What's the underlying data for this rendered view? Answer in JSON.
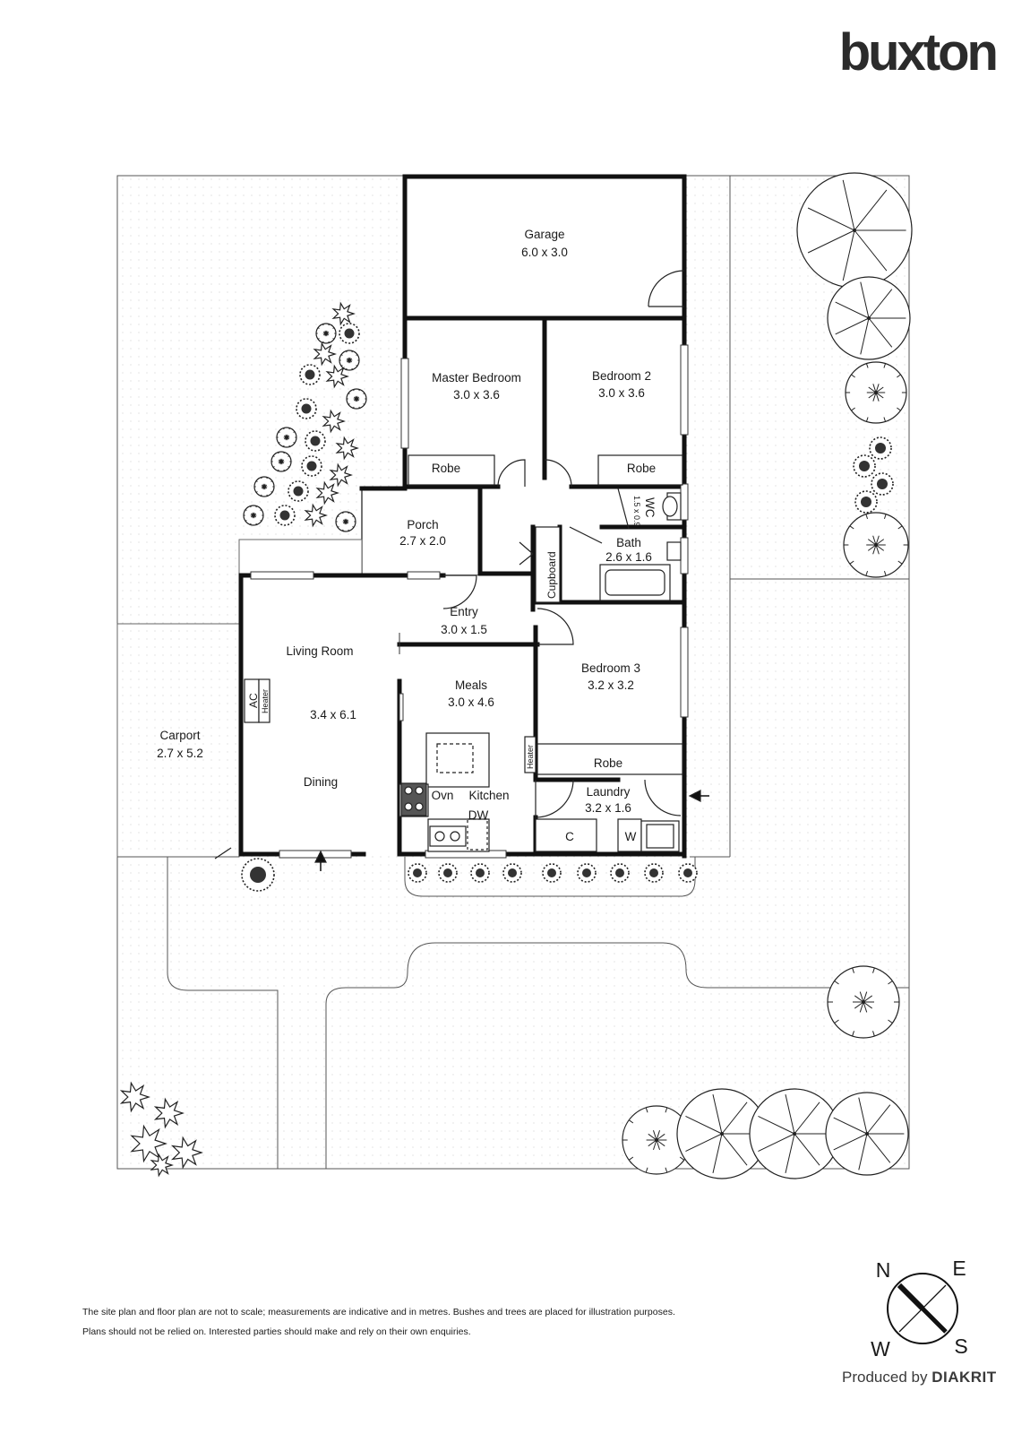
{
  "brand": {
    "logo_text": "buxton"
  },
  "rooms": {
    "garage": {
      "name": "Garage",
      "dims": "6.0 x 3.0"
    },
    "master_bedroom": {
      "name": "Master Bedroom",
      "dims": "3.0 x 3.6",
      "robe": "Robe"
    },
    "bedroom2": {
      "name": "Bedroom 2",
      "dims": "3.0 x 3.6",
      "robe": "Robe"
    },
    "porch": {
      "name": "Porch",
      "dims": "2.7 x 2.0"
    },
    "wc": {
      "name": "WC",
      "dims": "1.5 x 0.9"
    },
    "cupboard": {
      "name": "Cupboard"
    },
    "bath": {
      "name": "Bath",
      "dims": "2.6 x 1.6"
    },
    "entry": {
      "name": "Entry",
      "dims": "3.0 x 1.5"
    },
    "living": {
      "name": "Living Room",
      "dims": "3.4 x 6.1",
      "dining": "Dining",
      "ac": "AC",
      "heater": "Heater"
    },
    "meals": {
      "name": "Meals",
      "dims": "3.0 x 4.6"
    },
    "kitchen": {
      "name": "Kitchen",
      "ovn": "Ovn",
      "dw": "DW"
    },
    "bedroom3": {
      "name": "Bedroom 3",
      "dims": "3.2 x 3.2",
      "robe": "Robe",
      "heater": "Heater"
    },
    "laundry": {
      "name": "Laundry",
      "dims": "3.2 x 1.6",
      "c": "C",
      "w": "W"
    },
    "carport": {
      "name": "Carport",
      "dims": "2.7 x 5.2"
    }
  },
  "compass": {
    "n": "N",
    "e": "E",
    "s": "S",
    "w": "W"
  },
  "disclaimer": {
    "line1": "The site plan and floor plan are not to scale; measurements are indicative and in metres. Bushes and trees are placed for illustration purposes.",
    "line2": "Plans should not be relied on. Interested parties should make and rely on their own enquiries."
  },
  "footer": {
    "produced_by": "Produced by",
    "producer": "DIAKRIT"
  }
}
